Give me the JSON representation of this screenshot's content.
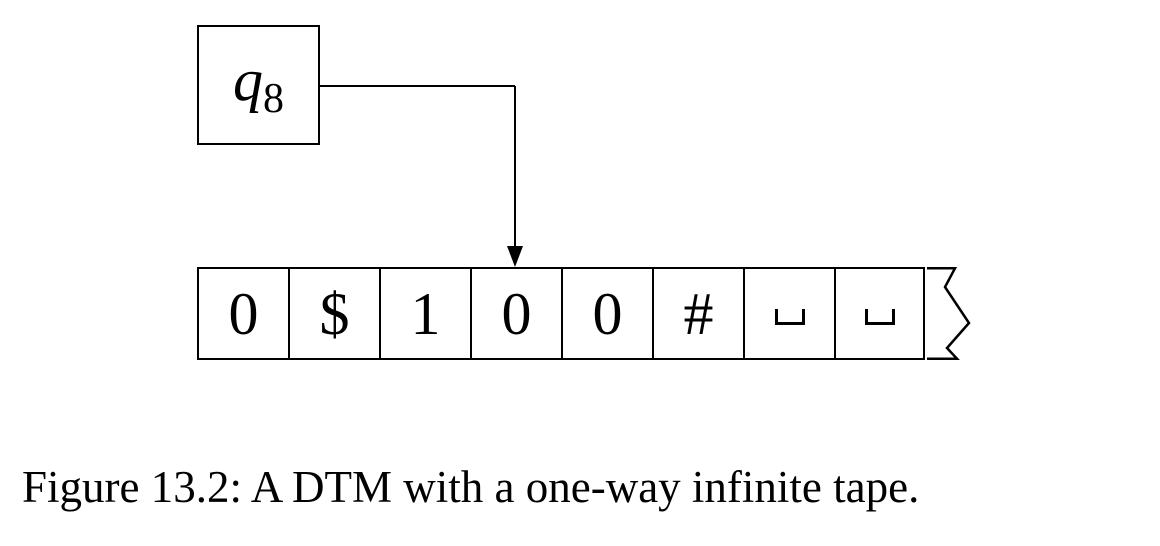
{
  "figure": {
    "state_box": {
      "label_base": "q",
      "label_subscript": "8"
    },
    "tape": {
      "cells": [
        "0",
        "$",
        "1",
        "0",
        "0",
        "#",
        "␣",
        "␣"
      ],
      "blank_symbol": "␣"
    },
    "head_arrow": {
      "points_to_cell_index": 3
    },
    "caption": "Figure 13.2: A DTM with a one-way infinite tape.",
    "colors": {
      "ink": "#000000",
      "background": "#ffffff"
    }
  }
}
